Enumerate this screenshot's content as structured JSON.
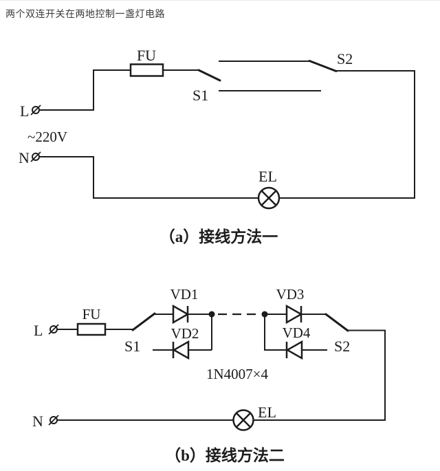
{
  "title": "两个双连开关在两地控制一盏灯电路",
  "colors": {
    "ink": "#1c1c1c",
    "background": "#ffffff",
    "title_text": "#3b3b3b"
  },
  "diagram_a": {
    "caption": "（a）接线方法一",
    "labels": {
      "fu": "FU",
      "s1": "S1",
      "s2": "S2",
      "l": "L",
      "n": "N",
      "voltage": "~220V",
      "el": "EL"
    }
  },
  "diagram_b": {
    "caption": "（b）接线方法二",
    "labels": {
      "fu": "FU",
      "s1": "S1",
      "s2": "S2",
      "l": "L",
      "n": "N",
      "el": "EL",
      "vd1": "VD1",
      "vd2": "VD2",
      "vd3": "VD3",
      "vd4": "VD4",
      "diode_type": "1N4007×4"
    }
  }
}
